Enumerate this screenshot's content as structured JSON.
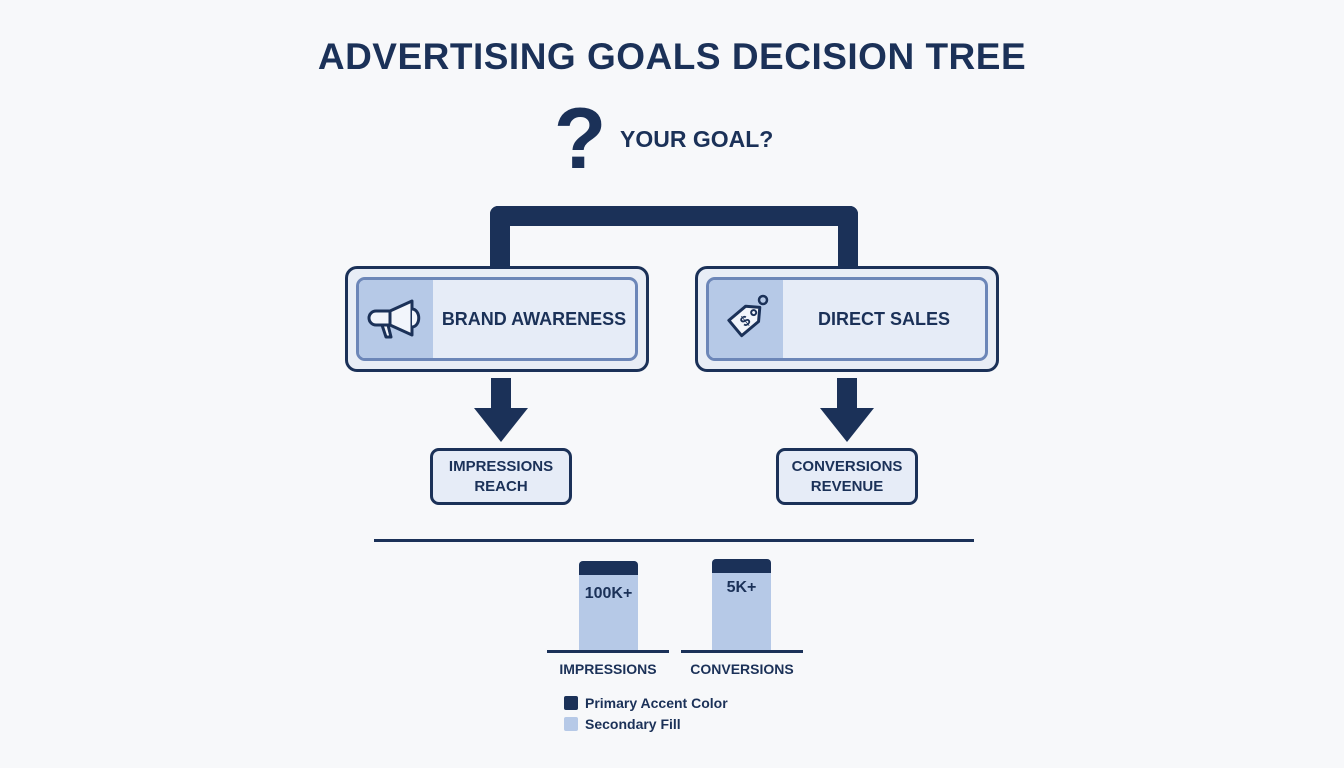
{
  "title": "ADVERTISING GOALS DECISION TREE",
  "question": {
    "icon": "question-mark-icon",
    "glyph": "?",
    "label": "YOUR GOAL?"
  },
  "branches": [
    {
      "label": "BRAND AWARENESS",
      "icon": "megaphone-icon",
      "metrics": [
        "IMPRESSIONS",
        "REACH"
      ]
    },
    {
      "label": "DIRECT SALES",
      "icon": "price-tag-icon",
      "metrics": [
        "CONVERSIONS",
        "REVENUE"
      ]
    }
  ],
  "colors": {
    "primary_accent": "#1b3158",
    "secondary_fill": "#b6c9e7",
    "card_bg": "#e6ecf7",
    "background": "#f7f8fa"
  },
  "chart_data": {
    "type": "bar",
    "categories": [
      "IMPRESSIONS",
      "CONVERSIONS"
    ],
    "values": [
      "100K+",
      "5K+"
    ],
    "value_labels": [
      "100K+",
      "5K+"
    ],
    "title": "",
    "xlabel": "",
    "ylabel": "",
    "grid": false
  },
  "legend": [
    {
      "label": "Primary Accent Color",
      "color": "#1b3158"
    },
    {
      "label": "Secondary Fill",
      "color": "#b6c9e7"
    }
  ]
}
